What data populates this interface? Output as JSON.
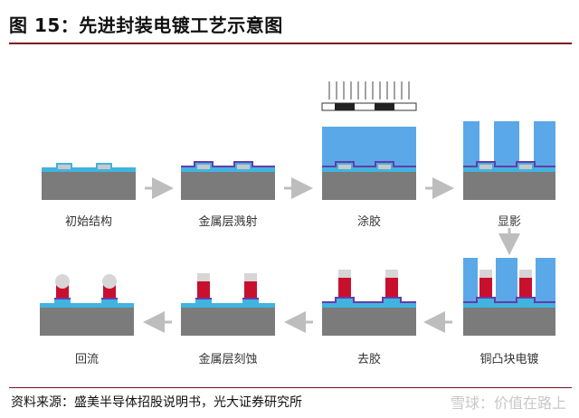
{
  "title": "图 15：先进封装电镀工艺示意图",
  "steps": [
    {
      "label": "初始结构"
    },
    {
      "label": "金属层溅射"
    },
    {
      "label": "涂胶"
    },
    {
      "label": "显影"
    },
    {
      "label": "铜凸块电镀"
    },
    {
      "label": "去胶"
    },
    {
      "label": "金属层刻蚀"
    },
    {
      "label": "回流"
    }
  ],
  "source": "资料来源：盛美半导体招股说明书，光大证券研究所",
  "watermark": "雪球：价值在路上",
  "colors": {
    "substrate": "#7b7b7b",
    "pad": "#c9c9c9",
    "passivation": "#40b4e0",
    "seed_layer": "#6a3aa8",
    "photoresist": "#5aa8e8",
    "copper_pillar": "#c8102e",
    "cap": "#d6d6d6",
    "arrow": "#bdbdbd",
    "accent_rule": "#7a1020"
  }
}
